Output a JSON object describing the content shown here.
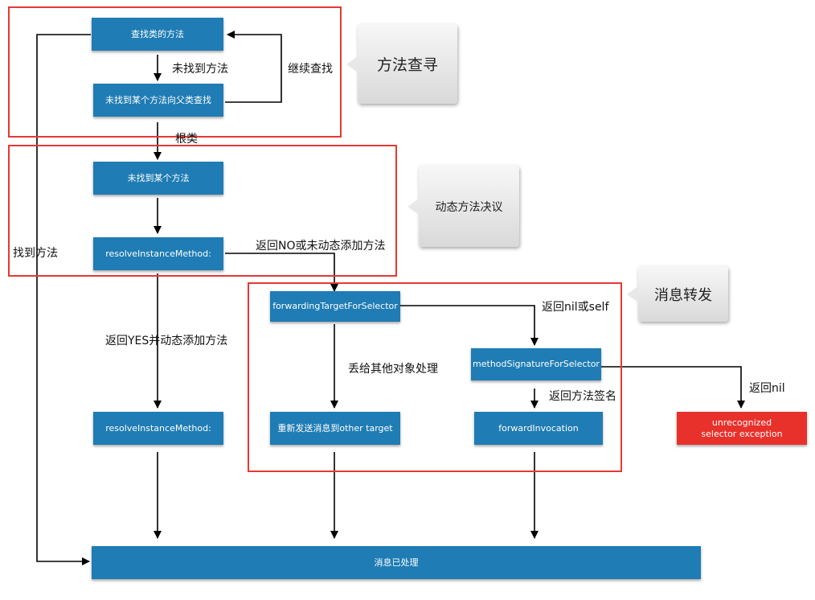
{
  "nodes": {
    "find_class_method": "查找类的方法",
    "find_superclass": "未找到某个方法向父类查找",
    "not_found": "未找到某个方法",
    "resolve1": "resolveInstanceMethod:",
    "resolve2": "resolveInstanceMethod:",
    "forwarding_target": "forwardingTargetForSelector",
    "method_signature": "methodSignatureForSelector",
    "resend_other": "重新发送消息到other target",
    "forward_invocation": "forwardInvocation",
    "unrecognized": "unrecognized selector exception",
    "handled": "消息已处理"
  },
  "labels": {
    "not_found_method": "未找到方法",
    "continue_search": "继续查找",
    "root_class": "根类",
    "found_method": "找到方法",
    "return_no": "返回NO或未动态添加方法",
    "return_yes": "返回YES并动态添加方法",
    "return_nil_self": "返回nil或self",
    "throw_other": "丢给其他对象处理",
    "return_signature": "返回方法签名",
    "return_nil": "返回nil"
  },
  "callouts": {
    "method_lookup": "方法查寻",
    "dynamic_resolution": "动态方法决议",
    "message_forwarding": "消息转发"
  },
  "colors": {
    "node": "#1f7cb4",
    "error_node": "#e8312b",
    "frame": "#e53935",
    "arrow": "#000000"
  }
}
